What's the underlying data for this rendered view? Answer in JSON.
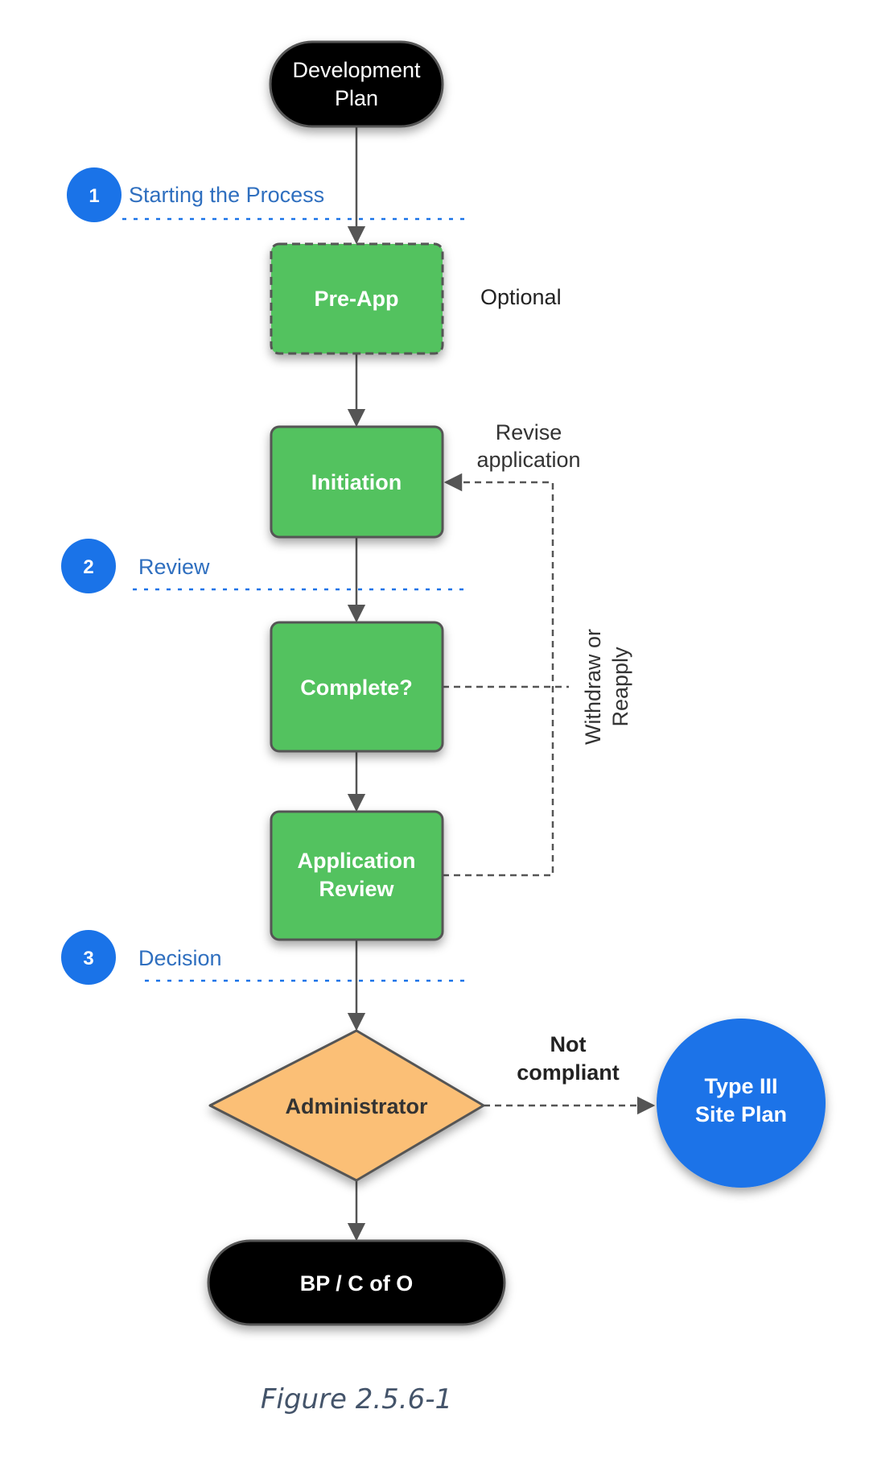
{
  "diagram": {
    "start_node": {
      "lines": [
        "Development",
        "Plan"
      ]
    },
    "sections": [
      {
        "number": "1",
        "label": "Starting the Process"
      },
      {
        "number": "2",
        "label": "Review"
      },
      {
        "number": "3",
        "label": "Decision"
      }
    ],
    "steps": {
      "pre_app": {
        "label": "Pre-App",
        "note": "Optional"
      },
      "initiation": {
        "label": "Initiation"
      },
      "complete": {
        "label": "Complete?"
      },
      "application_review": {
        "lines": [
          "Application",
          "Review"
        ]
      }
    },
    "loop": {
      "revise_label": [
        "Revise",
        "application"
      ],
      "withdraw_label": [
        "Withdraw or",
        "Reapply"
      ]
    },
    "decision": {
      "label": "Administrator",
      "branch_label": [
        "Not",
        "compliant"
      ]
    },
    "alternate_outcome": {
      "lines": [
        "Type III",
        "Site Plan"
      ]
    },
    "end_node": {
      "label": "BP / C of O"
    },
    "caption": "Figure 2.5.6-1",
    "colors": {
      "terminal": "#000000",
      "step_green": "#52c25f",
      "decision_orange": "#fbbf76",
      "section_blue": "#1a73e8",
      "section_text": "#2f6fbf",
      "connector": "#555555"
    }
  }
}
